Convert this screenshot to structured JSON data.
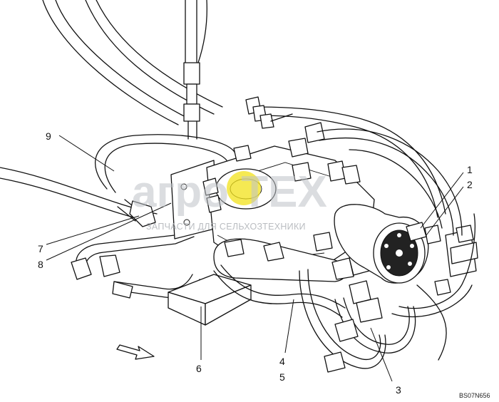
{
  "callouts": [
    "1",
    "2",
    "3",
    "4",
    "5",
    "6",
    "7",
    "8",
    "9"
  ],
  "drawing_code": "BS07N656",
  "watermark": {
    "brand": "агро TEX",
    "tagline": "ЗАПЧАСТИ ДЛЯ СЕЛЬХОЗТЕХНИКИ",
    "accent": "#f2e21a"
  },
  "colors": {
    "line": "#111111",
    "background": "#ffffff",
    "watermark_gray": "#bfc3c8"
  }
}
